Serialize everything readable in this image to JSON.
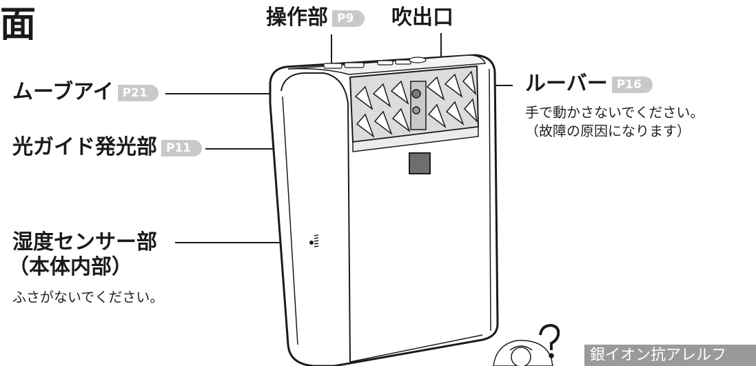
{
  "page": {
    "heading": "面"
  },
  "labels": {
    "control": {
      "text": "操作部",
      "page": "P9"
    },
    "outlet": {
      "text": "吹出口"
    },
    "louver": {
      "text": "ルーバー",
      "page": "P16",
      "note1": "手で動かさないでください。",
      "note2": "（故障の原因になります）"
    },
    "move_eye": {
      "text": "ムーブアイ",
      "page": "P21"
    },
    "light_guide": {
      "text": "光ガイド発光部",
      "page": "P11"
    },
    "humidity": {
      "text": "湿度センサー部",
      "sub": "（本体内部）",
      "note": "ふさがないでください。"
    }
  },
  "banner": {
    "text": "銀イオン抗アレルフ"
  }
}
